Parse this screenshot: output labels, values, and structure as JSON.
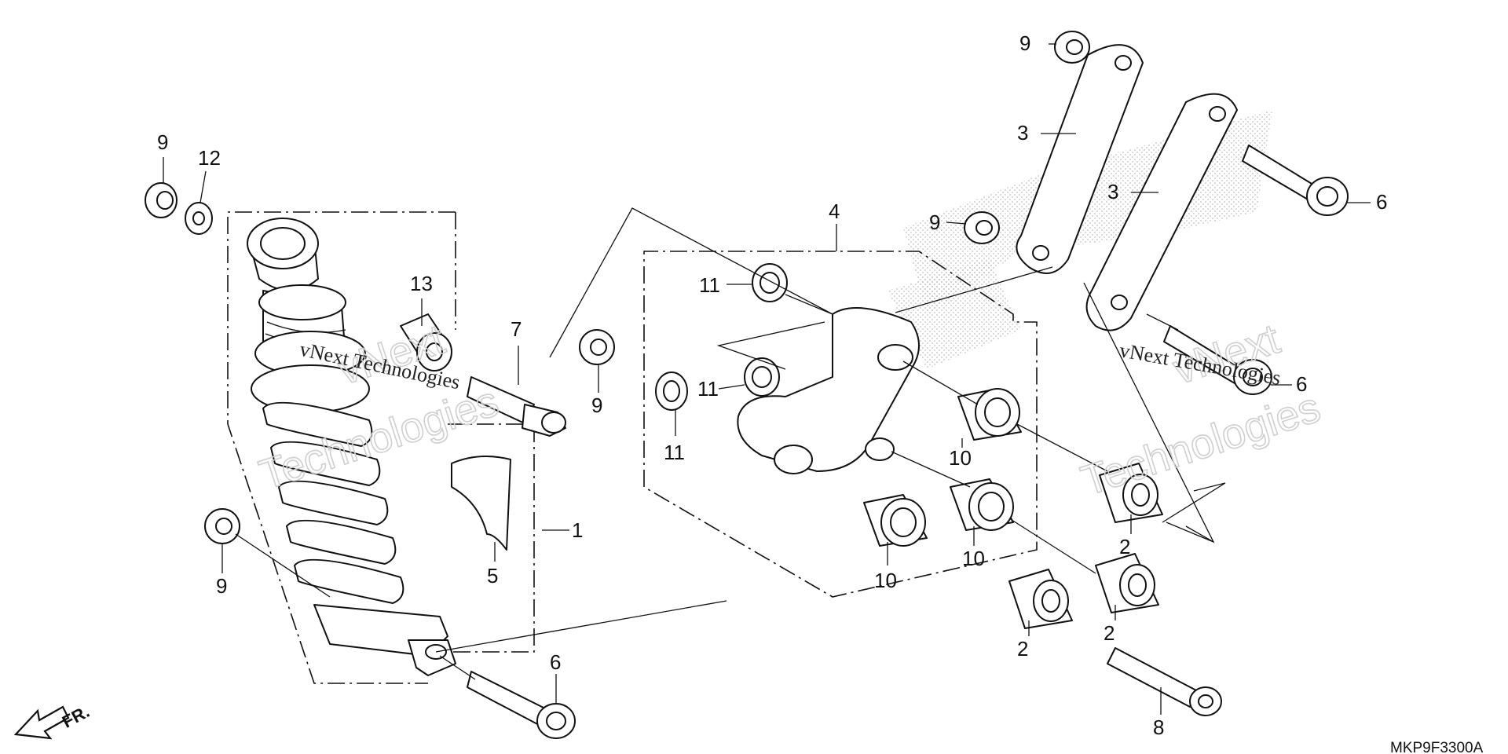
{
  "diagram_code": "MKP9F3300A",
  "front_indicator": "FR.",
  "watermark": {
    "brand": "vNext",
    "company": "Technologies",
    "full": "vNext Technologies"
  },
  "callouts": {
    "shock_absorber": "1",
    "collar": "2",
    "link_plate": "3",
    "arm_assembly": "4",
    "caution_label": "5",
    "flange_bolt": "6",
    "socket_bolt_short": "7",
    "socket_bolt_long": "8",
    "flange_nut": "9",
    "needle_bearing": "10",
    "dust_seal": "11",
    "washer": "12",
    "mount_bushing": "13"
  },
  "colors": {
    "line": "#111111",
    "dots": "#bdbdbd",
    "watermark": "#cfcfcf"
  }
}
